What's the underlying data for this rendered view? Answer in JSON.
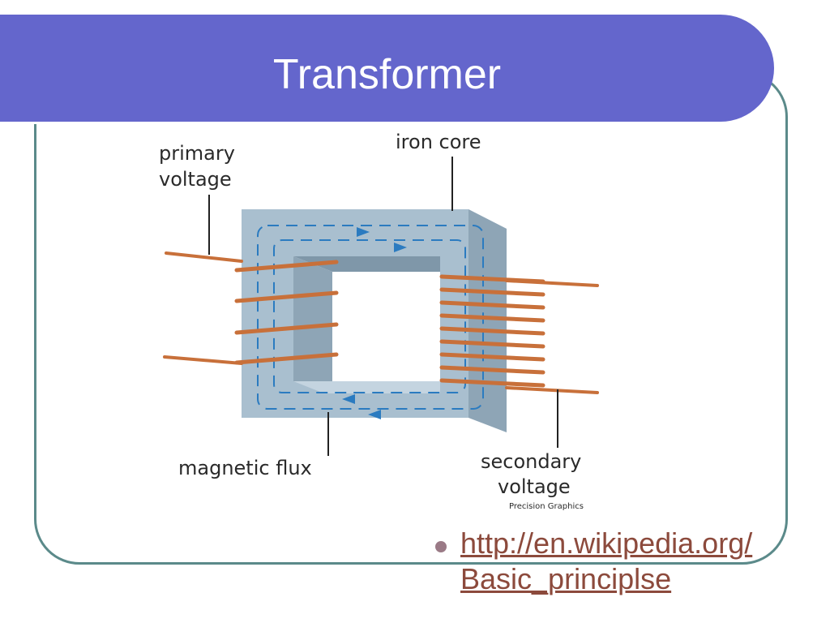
{
  "slide": {
    "title": "Transformer",
    "link_text": "http://en.wikipedia.org/\nBasic_principlse"
  },
  "diagram": {
    "labels": {
      "primary_voltage_1": "primary",
      "primary_voltage_2": "voltage",
      "iron_core": "iron core",
      "magnetic_flux": "magnetic flux",
      "secondary_voltage_1": "secondary",
      "secondary_voltage_2": "voltage",
      "credit": "Precision Graphics"
    },
    "primary_turns": 4,
    "secondary_turns": 9
  },
  "colors": {
    "title_bg": "#6466cc",
    "frame_border": "#5b8a8a",
    "core_face": "#a9bfcf",
    "core_top": "#c4d4e0",
    "core_side": "#8ea5b6",
    "wire": "#c8703a",
    "flux_arrow": "#2b7bc0",
    "link": "#8c4a3c"
  }
}
